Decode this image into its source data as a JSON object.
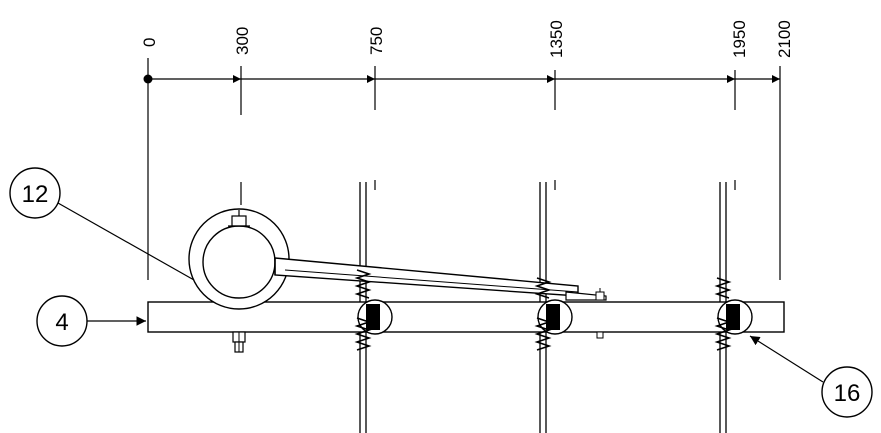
{
  "dimensions": {
    "origin": "0",
    "labels": [
      "300",
      "750",
      "1350",
      "1950",
      "2100"
    ]
  },
  "callouts": {
    "clamp": "12",
    "beam": "4",
    "post": "16"
  }
}
